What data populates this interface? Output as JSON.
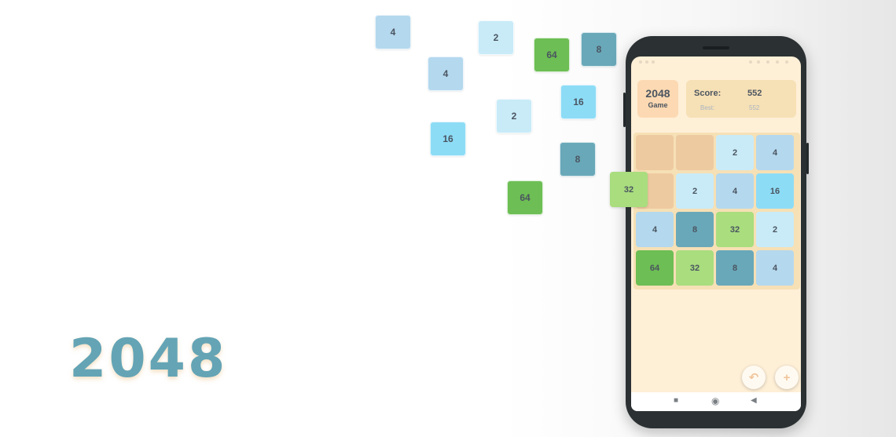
{
  "title": "2048",
  "floating_tiles": [
    {
      "value": "4",
      "kind": "t4"
    },
    {
      "value": "2",
      "kind": "t2"
    },
    {
      "value": "64",
      "kind": "t64"
    },
    {
      "value": "8",
      "kind": "t8"
    },
    {
      "value": "4",
      "kind": "t4"
    },
    {
      "value": "16",
      "kind": "t16"
    },
    {
      "value": "2",
      "kind": "t2"
    },
    {
      "value": "16",
      "kind": "t16"
    },
    {
      "value": "8",
      "kind": "t8"
    },
    {
      "value": "64",
      "kind": "t64"
    }
  ],
  "dragged_tile": {
    "value": "32"
  },
  "game_badge": {
    "number": "2048",
    "label": "Game"
  },
  "score": {
    "label": "Score:",
    "value": "552",
    "best_label": "Best:",
    "best_value": "552"
  },
  "board": {
    "rows": [
      [
        "",
        "",
        "2",
        "4"
      ],
      [
        "",
        "2",
        "4",
        "16"
      ],
      [
        "4",
        "8",
        "32",
        "2"
      ],
      [
        "64",
        "32",
        "8",
        "4"
      ]
    ]
  },
  "controls": {
    "undo_icon": "undo-arrow-icon",
    "new_game_icon": "plus-icon",
    "undo_glyph": "↶",
    "new_game_glyph": "+"
  },
  "navbar": {
    "recent_glyph": "■",
    "home_glyph": "◉",
    "back_glyph": "◀"
  },
  "colors": {
    "t2": "#c9ebf8",
    "t4": "#b4d8ee",
    "t8": "#69a8b9",
    "t16": "#8ddcf6",
    "t32": "#a9dd7e",
    "t64": "#6dbe54",
    "empty": "#eecaa1",
    "screen_bg": "#feefd7",
    "logo": "#64a4b5"
  }
}
